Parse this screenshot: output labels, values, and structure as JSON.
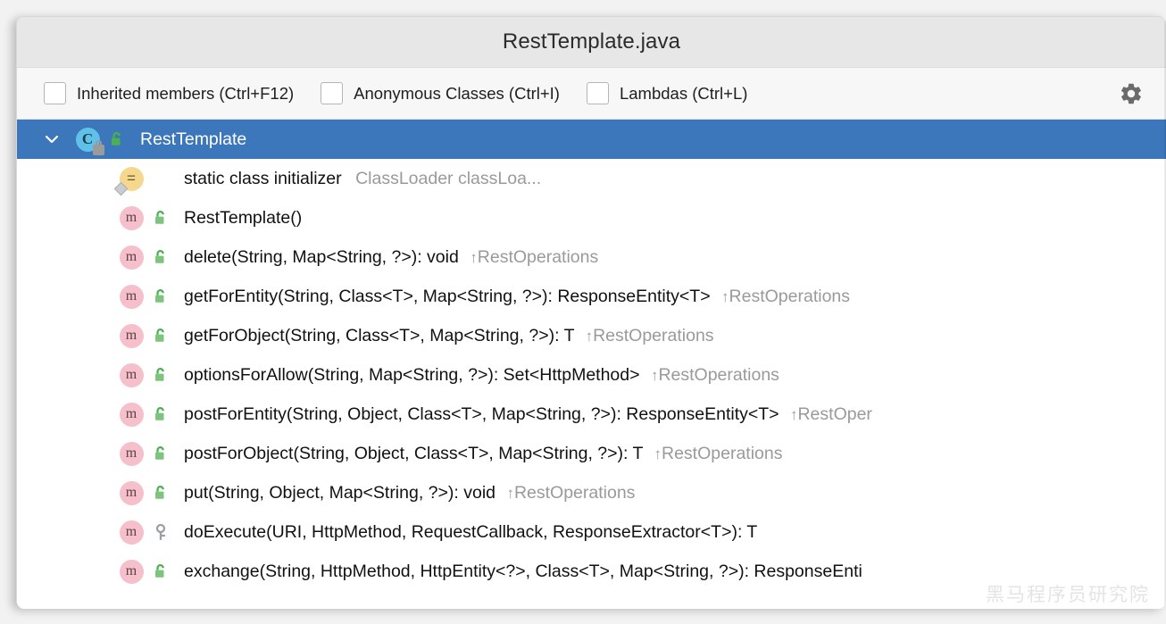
{
  "window": {
    "title": "RestTemplate.java"
  },
  "toolbar": {
    "checkboxes": [
      {
        "label": "Inherited members (Ctrl+F12)",
        "checked": false
      },
      {
        "label": "Anonymous Classes (Ctrl+I)",
        "checked": false
      },
      {
        "label": "Lambdas (Ctrl+L)",
        "checked": false
      }
    ],
    "settings_icon": "gear-icon"
  },
  "tree": {
    "rows": [
      {
        "kind": "class",
        "icon": "class-icon",
        "visibility_icon": "unlock-green-icon",
        "chevron": "chevron-down-icon",
        "selected": true,
        "name": "RestTemplate",
        "tail": "",
        "inherited_from": ""
      },
      {
        "kind": "initializer",
        "icon": "static-initializer-icon",
        "visibility_icon": "",
        "selected": false,
        "name": "static class initializer",
        "tail": "ClassLoader classLoa...",
        "inherited_from": ""
      },
      {
        "kind": "method",
        "icon": "method-icon",
        "visibility_icon": "unlock-green-icon",
        "selected": false,
        "name": "RestTemplate()",
        "tail": "",
        "inherited_from": ""
      },
      {
        "kind": "method",
        "icon": "method-icon",
        "visibility_icon": "unlock-green-icon",
        "selected": false,
        "name": "delete(String, Map<String, ?>): void",
        "tail": "",
        "inherited_from": "RestOperations"
      },
      {
        "kind": "method",
        "icon": "method-icon",
        "visibility_icon": "unlock-green-icon",
        "selected": false,
        "name": "getForEntity(String, Class<T>, Map<String, ?>): ResponseEntity<T>",
        "tail": "",
        "inherited_from": "RestOperations"
      },
      {
        "kind": "method",
        "icon": "method-icon",
        "visibility_icon": "unlock-green-icon",
        "selected": false,
        "name": "getForObject(String, Class<T>, Map<String, ?>): T",
        "tail": "",
        "inherited_from": "RestOperations"
      },
      {
        "kind": "method",
        "icon": "method-icon",
        "visibility_icon": "unlock-green-icon",
        "selected": false,
        "name": "optionsForAllow(String, Map<String, ?>): Set<HttpMethod>",
        "tail": "",
        "inherited_from": "RestOperations"
      },
      {
        "kind": "method",
        "icon": "method-icon",
        "visibility_icon": "unlock-green-icon",
        "selected": false,
        "name": "postForEntity(String, Object, Class<T>, Map<String, ?>): ResponseEntity<T>",
        "tail": "",
        "inherited_from": "RestOper"
      },
      {
        "kind": "method",
        "icon": "method-icon",
        "visibility_icon": "unlock-green-icon",
        "selected": false,
        "name": "postForObject(String, Object, Class<T>, Map<String, ?>): T",
        "tail": "",
        "inherited_from": "RestOperations"
      },
      {
        "kind": "method",
        "icon": "method-icon",
        "visibility_icon": "unlock-green-icon",
        "selected": false,
        "name": "put(String, Object, Map<String, ?>): void",
        "tail": "",
        "inherited_from": "RestOperations"
      },
      {
        "kind": "method",
        "icon": "method-icon",
        "visibility_icon": "key-gray-icon",
        "selected": false,
        "name": "doExecute(URI, HttpMethod, RequestCallback, ResponseExtractor<T>): T",
        "tail": "",
        "inherited_from": ""
      },
      {
        "kind": "method",
        "icon": "method-icon",
        "visibility_icon": "unlock-green-icon",
        "selected": false,
        "name": "exchange(String, HttpMethod, HttpEntity<?>, Class<T>, Map<String, ?>): ResponseEnti",
        "tail": "",
        "inherited_from": ""
      }
    ],
    "inherited_marker": "↑"
  },
  "watermark": {
    "text": "黑马程序员研究院"
  },
  "colors": {
    "selection": "#3c77bb",
    "titlebar": "#e7e7e7",
    "toolbar": "#f7f7f7",
    "method_icon": "#f5c0cb",
    "class_icon": "#5fc1e8",
    "initializer_icon": "#f5d88e",
    "public_lock": "#5cb85c",
    "muted_text": "#9a9a9a"
  }
}
